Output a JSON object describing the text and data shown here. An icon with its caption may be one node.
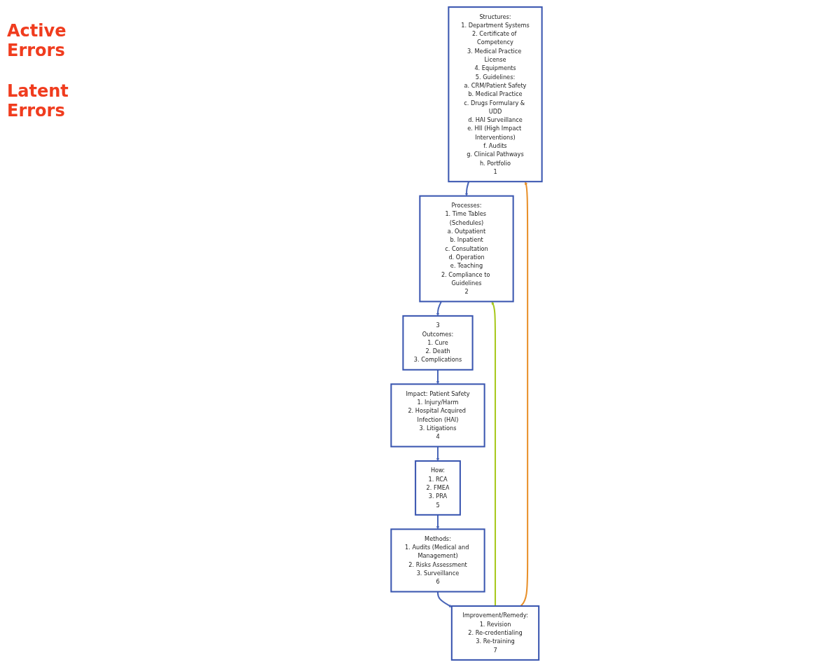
{
  "diagram": {
    "nodes": [
      {
        "text": [
          "Structures:",
          "1. Department Systems",
          "2. Certificate of Competency",
          "3. Medical Practice License",
          "4. Equipments",
          "5. Guidelines:",
          "a. CRM/Patient Safety",
          "b. Medical Practice",
          "c. Drugs Formulary & UDD",
          "d. HAI Surveillance",
          "e. HII (High Impact Interventions)",
          "f. Audits",
          "g. Clinical Pathways",
          "h. Portfolio",
          "1"
        ]
      },
      {
        "text": [
          "Processes:",
          "1. Time Tables (Schedules)",
          "a. Outpatient",
          "b. Inpatient",
          "c. Consultation",
          "d. Operation",
          "e. Teaching",
          "2. Compliance to Guidelines",
          "2"
        ]
      },
      {
        "text": [
          "3",
          "Outcomes:",
          "1. Cure",
          "2. Death",
          "3. Complications"
        ]
      },
      {
        "text": [
          "Impact: Patient Safety",
          "1. Injury/Harm",
          "2. Hospital Acquired Infection (HAI)",
          "3. Litigations",
          "4"
        ]
      },
      {
        "text": [
          "How:",
          "1. RCA",
          "2. FMEA",
          "3. PRA",
          "5"
        ]
      },
      {
        "text": [
          "Methods:",
          "1. Audits (Medical and Management)",
          "2. Risks Assessment",
          "3. Surveillance",
          "6"
        ]
      },
      {
        "text": [
          "Improvement/Remedy:",
          "1. Revision",
          "2. Re-credentialing",
          "3. Re-training",
          "7"
        ]
      }
    ],
    "edges": [
      {
        "from": 0,
        "to": 1,
        "arrow": "to"
      },
      {
        "from": 1,
        "to": 2,
        "arrow": "to"
      },
      {
        "from": 2,
        "to": 3,
        "arrow": "to"
      },
      {
        "from": 3,
        "to": 4,
        "arrow": "to"
      },
      {
        "from": 4,
        "to": 5,
        "arrow": "to"
      },
      {
        "from": 5,
        "to": 6,
        "arrow": "to"
      },
      {
        "from": 6,
        "to": 1,
        "arrow": "to",
        "color": "#a8c81e"
      },
      {
        "from": 6,
        "to": 0,
        "arrow": "to",
        "color": "#e8902a"
      }
    ],
    "labels": [
      "Active Errors",
      "Latent Errors"
    ]
  }
}
